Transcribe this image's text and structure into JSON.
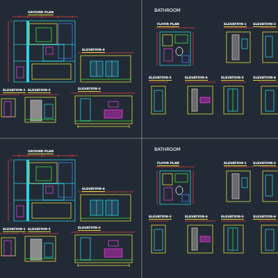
{
  "diagram": {
    "labels": [
      "GROUND PLAN",
      "ELEVATION-4",
      "ELEVATION-1",
      "ELEVATION-2",
      "ELEVATION-3",
      "BATHROOM",
      "FLOOR PLAN",
      "ELEVATION-1",
      "ELEVATION-2",
      "ELEVATION-3",
      "ELEVATION-4",
      "ELEVATION-5",
      "ELEVATION-6",
      "GROUND PLAN",
      "ELEVATION-4",
      "ELEVATION-1",
      "ELEVATION-2",
      "ELEVATION-3",
      "BATHROOM",
      "FLOOR PLAN",
      "ELEVATION-1",
      "ELEVATION-2",
      "ELEVATION-3",
      "ELEVATION-4",
      "ELEVATION-5",
      "ELEVATION-6"
    ]
  }
}
